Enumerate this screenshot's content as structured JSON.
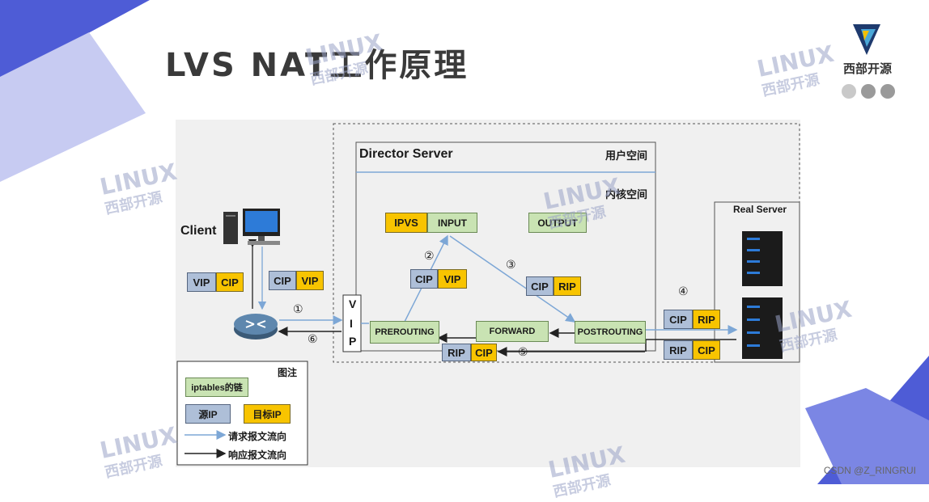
{
  "title": "LVS NAT工作原理",
  "brand": {
    "name": "西部开源",
    "watermark_top": "LINUX",
    "watermark_bottom": "西部开源"
  },
  "diagram": {
    "client_label": "Client",
    "director_label": "Director Server",
    "user_space": "用户空间",
    "kernel_space": "内核空间",
    "real_server_label": "Real Server",
    "vip_letters": [
      "V",
      "I",
      "P"
    ],
    "chains": {
      "ipvs": "IPVS",
      "input": "INPUT",
      "output": "OUTPUT",
      "prerouting": "PREROUTING",
      "forward": "FORWARD",
      "postrouting": "POSTROUTING"
    },
    "packets": {
      "client_left": [
        "VIP",
        "CIP"
      ],
      "client_right": [
        "CIP",
        "VIP"
      ],
      "step2": [
        "CIP",
        "VIP"
      ],
      "step3": [
        "CIP",
        "RIP"
      ],
      "rs_in": [
        "CIP",
        "RIP"
      ],
      "rs_out": [
        "RIP",
        "CIP"
      ],
      "step5": [
        "RIP",
        "CIP"
      ]
    },
    "steps": [
      "①",
      "②",
      "③",
      "④",
      "⑤",
      "⑥"
    ],
    "legend": {
      "title": "图注",
      "chain": "iptables的链",
      "src": "源IP",
      "dst": "目标IP",
      "req": "请求报文流向",
      "resp": "响应报文流向"
    }
  },
  "footer": "CSDN @Z_RINGRUI",
  "colors": {
    "accent": "#4e5cd6",
    "chain": "#c9e3b3",
    "src": "#aebfd8",
    "dst": "#f8c400",
    "request_arrow": "#7da7d6",
    "response_arrow": "#222222"
  }
}
